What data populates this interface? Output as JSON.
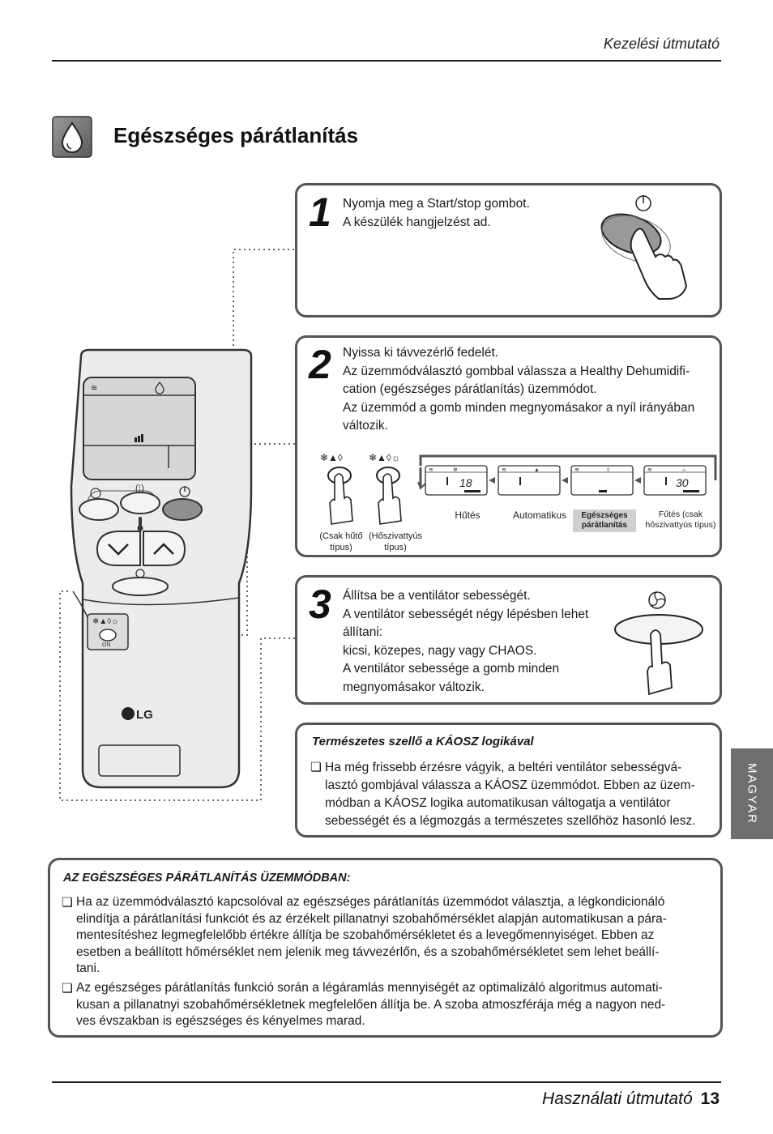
{
  "header": {
    "title": "Kezelési útmutató"
  },
  "section": {
    "title": "Egészséges párátlanítás",
    "icon": "water-drop-icon"
  },
  "steps": [
    {
      "number": "1",
      "lines": [
        "Nyomja meg a Start/stop gombot.",
        "A készülék hangjelzést ad."
      ]
    },
    {
      "number": "2",
      "lines": [
        "Nyissa ki távvezérlő fedelét.",
        "Az üzemmódválasztó gombbal válassza a Healthy Dehumidifi-",
        "cation (egészséges párátlanítás) üzemmódot.",
        "Az üzemmód a gomb minden megnyomásakor a nyíl irányában",
        "változik."
      ],
      "buttons": [
        {
          "label_line1": "(Csak hűtő",
          "label_line2": "típus)"
        },
        {
          "label_line1": "(Hőszivattyús",
          "label_line2": "típus)"
        }
      ],
      "modes": [
        {
          "label_line1": "Hűtés",
          "label_line2": "",
          "display": "18"
        },
        {
          "label_line1": "Automatikus",
          "label_line2": "",
          "display": ""
        },
        {
          "label_line1": "Egészséges",
          "label_line2": "párátlanítás",
          "display": ""
        },
        {
          "label_line1": "Fűtés (csak",
          "label_line2": "hőszivattyús típus)",
          "display": "30"
        }
      ]
    },
    {
      "number": "3",
      "lines": [
        "Állítsa be a ventilátor sebességét.",
        "A ventilátor sebességét négy lépésben lehet",
        "állítani:",
        "kicsi, közepes, nagy vagy CHAOS.",
        "A ventilátor sebessége a gomb minden",
        "megnyomásakor változik."
      ]
    }
  ],
  "remote": {
    "brand": "LG",
    "on_label": "ON"
  },
  "note_natural": {
    "title": "Természetes szellő a KÁOSZ logikával",
    "lines": [
      "Ha még frissebb érzésre vágyik, a beltéri ventilátor sebességvá-",
      "lasztó gombjával válassza a KÁOSZ üzemmódot. Ebben az üzem-",
      "módban a KÁOSZ logika automatikusan váltogatja a ventilátor",
      "sebességét és a légmozgás a természetes szellőhöz hasonló lesz."
    ]
  },
  "note_mode": {
    "title": "AZ EGÉSZSÉGES PÁRÁTLANÍTÁS ÜZEMMÓDBAN:",
    "bullets": [
      [
        "Ha az üzemmódválasztó kapcsolóval az egészséges párátlanítás üzemmódot választja, a légkondicionáló",
        "elindítja a párátlanítási funkciót és az érzékelt pillanatnyi szobahőmérséklet alapján automatikusan a pára-",
        "mentesítéshez legmegfelelőbb értékre állítja be szobahőmérsékletet és a levegőmennyiséget. Ebben az",
        "esetben a beállított hőmérséklet nem jelenik meg távvezérlőn, és a szobahőmérsékletet sem lehet beállí-",
        "tani."
      ],
      [
        "Az egészséges párátlanítás funkció során a légáramlás mennyiségét az optimalizáló algoritmus automati-",
        "kusan a pillanatnyi szobahőmérsékletnek megfelelően állítja be. A szoba atmoszférája még a nagyon ned-",
        "ves évszakban is egészséges és kényelmes marad."
      ]
    ]
  },
  "side_tab": {
    "label": "MAGYAR"
  },
  "footer": {
    "title": "Használati útmutató",
    "page": "13"
  }
}
